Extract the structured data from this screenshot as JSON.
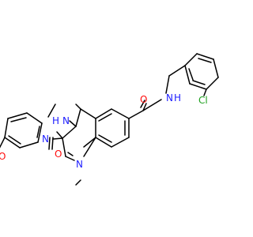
{
  "structure": {
    "colors": {
      "bond": "#000000",
      "carbon": "#000000",
      "nitrogen": "#2020ff",
      "oxygen": "#ff0d0d",
      "chlorine": "#1fa01f"
    },
    "labels": {
      "amide_nh": "N",
      "amide_nh_h": "H",
      "chlorine": "Cl",
      "carbonyl_o": "O",
      "ring_nh": "N",
      "ring_nh_h": "H",
      "ring_n": "N",
      "ketone_o": "O",
      "quinoline_n": "N",
      "methoxy_o": "O"
    }
  }
}
